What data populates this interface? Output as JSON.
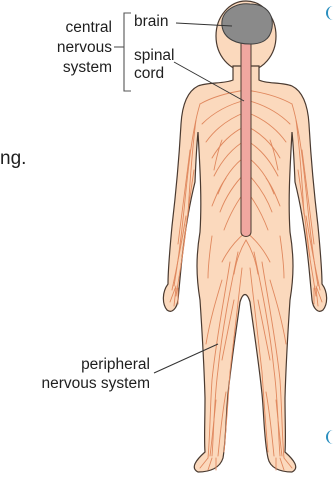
{
  "labels": {
    "cns_line1": "central",
    "cns_line2": "nervous",
    "cns_line3": "system",
    "brain": "brain",
    "spinal_line1": "spinal",
    "spinal_line2": "cord",
    "pns_line1": "peripheral",
    "pns_line2": "nervous system"
  },
  "side_fragment": "ng.",
  "colors": {
    "skin": "#fbd9bd",
    "outline": "#4a3a30",
    "nerves": "#e0885e",
    "brain": "#8a8a8a",
    "spinal_cord": "#f0a7a0",
    "accent": "#2a8fbf"
  }
}
